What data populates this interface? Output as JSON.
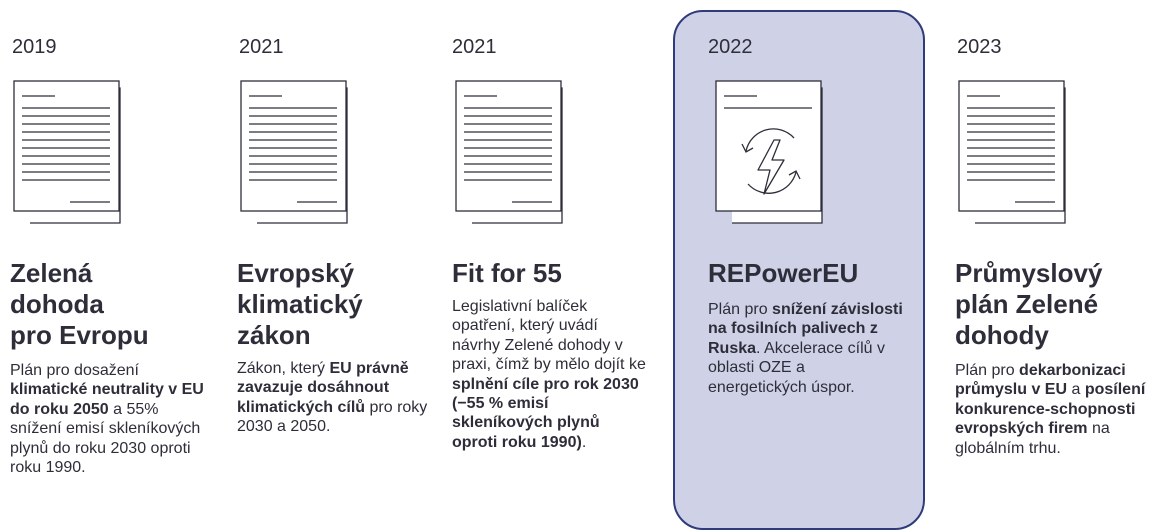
{
  "colors": {
    "highlight_fill": "#cfd2e6",
    "highlight_border": "#2f3b7a",
    "text": "#2e2e3a"
  },
  "items": [
    {
      "year": "2019",
      "title": "Zelená\ndohoda\npro Evropu",
      "icon": "document-icon",
      "description": [
        {
          "t": "Plán pro dosažení ",
          "b": false
        },
        {
          "t": "klimatické neutrality v EU do roku 2050",
          "b": true
        },
        {
          "t": " a 55% snížení emisí skleníkových plynů do roku 2030 oproti roku 1990.",
          "b": false
        }
      ]
    },
    {
      "year": "2021",
      "title": "Evropský\nklimatický\nzákon",
      "icon": "document-icon",
      "description": [
        {
          "t": "Zákon, který ",
          "b": false
        },
        {
          "t": "EU právně zavazuje dosáhnout klimatických cílů",
          "b": true
        },
        {
          "t": " pro roky 2030 a 2050.",
          "b": false
        }
      ]
    },
    {
      "year": "2021",
      "title": "Fit for 55",
      "icon": "document-icon",
      "description": [
        {
          "t": "Legislativní balíček opatření, který uvádí návrhy Zelené dohody v praxi, čímž by mělo dojít ke ",
          "b": false
        },
        {
          "t": "splnění cíle pro rok 2030 (−55 % emisí skleníkových plynů oproti roku 1990)",
          "b": true
        },
        {
          "t": ".",
          "b": false
        }
      ]
    },
    {
      "year": "2022",
      "title": "REPowerEU",
      "icon": "energy-document-icon",
      "highlighted": true,
      "description": [
        {
          "t": "Plán pro ",
          "b": false
        },
        {
          "t": "snížení závislosti na fosilních palivech z Ruska",
          "b": true
        },
        {
          "t": ". Akcelerace cílů v oblasti OZE a energetických úspor.",
          "b": false
        }
      ]
    },
    {
      "year": "2023",
      "title": "Průmyslový\nplán Zelené\ndohody",
      "icon": "document-icon",
      "description": [
        {
          "t": "Plán pro ",
          "b": false
        },
        {
          "t": "dekarbonizaci průmyslu v EU",
          "b": true
        },
        {
          "t": " a ",
          "b": false
        },
        {
          "t": "posílení konkurence-schopnosti evropských firem",
          "b": true
        },
        {
          "t": " na globálním trhu.",
          "b": false
        }
      ]
    }
  ]
}
